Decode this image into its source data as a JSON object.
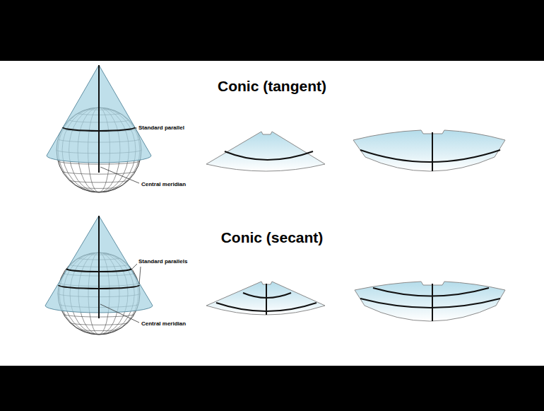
{
  "diagram": {
    "labels": [
      "Conic (tangent)",
      "Standard parallel",
      "Central meridian",
      "Conic (secant)",
      "Standard parallels",
      "Central meridian"
    ]
  }
}
